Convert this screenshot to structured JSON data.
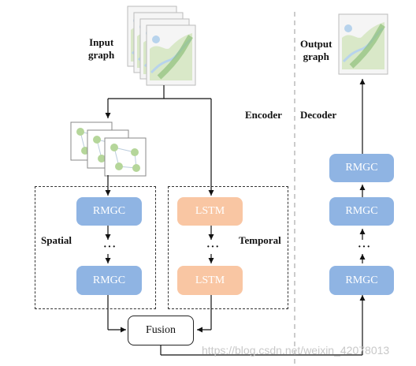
{
  "labels": {
    "input_graph": [
      "Input",
      "graph"
    ],
    "output_graph": [
      "Output",
      "graph"
    ],
    "encoder": "Encoder",
    "decoder": "Decoder",
    "spatial": "Spatial",
    "temporal": "Temporal",
    "ellipsis": "···"
  },
  "blocks": {
    "spatial_top": "RMGC",
    "spatial_bottom": "RMGC",
    "temporal_top": "LSTM",
    "temporal_bottom": "LSTM",
    "fusion": "Fusion",
    "decoder_top": "RMGC",
    "decoder_middle": "RMGC",
    "decoder_bottom": "RMGC"
  },
  "colors": {
    "rmgc": "#8fb4e3",
    "lstm": "#f9c6a3",
    "map_land": "#d9e8c8",
    "map_water": "#b7d3ec",
    "node": "#b5d69a"
  },
  "watermark": "https://blog.csdn.net/weixin_42078013"
}
